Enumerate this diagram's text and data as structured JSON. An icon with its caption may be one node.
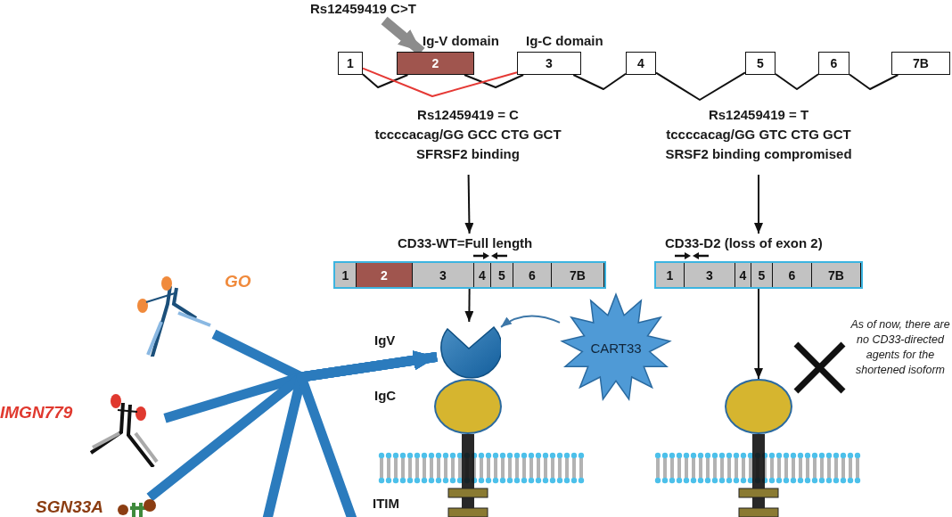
{
  "diagram": {
    "nodes": [
      {
        "text": [
          "Rs12459419 C>T"
        ]
      },
      {
        "text": [
          "1"
        ]
      },
      {
        "text": [
          "2"
        ],
        "beside": [
          "Ig-V domain"
        ]
      },
      {
        "text": [
          "3"
        ],
        "beside": [
          "Ig-C domain"
        ]
      },
      {
        "text": [
          "4"
        ]
      },
      {
        "text": [
          "5"
        ]
      },
      {
        "text": [
          "6"
        ]
      },
      {
        "text": [
          "7B"
        ]
      },
      {
        "text": [
          "Rs12459419 = C",
          "tccccacag/GG GCC CTG GCT",
          "SFRSF2 binding"
        ]
      },
      {
        "text": [
          "Rs12459419 = T",
          "tccccacag/GG GTC CTG GCT",
          "SRSF2 binding compromised"
        ]
      },
      {
        "text": [
          "CD33-WT=Full length"
        ]
      },
      {
        "text": [
          "1"
        ],
        "in": 10
      },
      {
        "text": [
          "2"
        ],
        "in": 10
      },
      {
        "text": [
          "3"
        ],
        "in": 10
      },
      {
        "text": [
          "4"
        ],
        "in": 10
      },
      {
        "text": [
          "5"
        ],
        "in": 10
      },
      {
        "text": [
          "6"
        ],
        "in": 10
      },
      {
        "text": [
          "7B"
        ],
        "in": 10
      },
      {
        "text": [
          "CD33-D2 (loss of exon 2)"
        ]
      },
      {
        "text": [
          "1"
        ],
        "in": 18
      },
      {
        "text": [
          "3"
        ],
        "in": 18
      },
      {
        "text": [
          "4"
        ],
        "in": 18
      },
      {
        "text": [
          "5"
        ],
        "in": 18
      },
      {
        "text": [
          "6"
        ],
        "in": 18
      },
      {
        "text": [
          "7B"
        ],
        "in": 18
      },
      {
        "text": [],
        "shape": "picture",
        "beside": [
          "IgV"
        ]
      },
      {
        "text": [],
        "shape": "circle",
        "beside": [
          "IgC"
        ]
      },
      {
        "text": [
          "CART33"
        ]
      },
      {
        "text": [],
        "shape": "circle"
      },
      {
        "text": [],
        "shape": "picture",
        "beside": [
          "GO"
        ]
      },
      {
        "text": [],
        "shape": "picture",
        "beside": [
          "IMGN779"
        ]
      },
      {
        "text": [],
        "shape": "picture",
        "beside": [
          "SGN33A"
        ]
      }
    ],
    "edges": [
      {
        "from": 0,
        "to": 2,
        "arrow": "to",
        "style": "thick",
        "color": "#8c8c8c"
      },
      {
        "from": 1,
        "to": 2,
        "arrow": "none"
      },
      {
        "from": 2,
        "to": 3,
        "arrow": "none"
      },
      {
        "from": 3,
        "to": 4,
        "arrow": "none"
      },
      {
        "from": 4,
        "to": 5,
        "arrow": "none"
      },
      {
        "from": 5,
        "to": 6,
        "arrow": "none"
      },
      {
        "from": 6,
        "to": 7,
        "arrow": "none"
      },
      {
        "from": 1,
        "to": 3,
        "arrow": "none",
        "color": "#e53935"
      },
      {
        "from": 8,
        "to": 10,
        "arrow": "to"
      },
      {
        "from": 9,
        "to": 18,
        "arrow": "to"
      },
      {
        "from": 10,
        "to": 25,
        "arrow": "to"
      },
      {
        "from": 18,
        "to": 28,
        "arrow": "to"
      },
      {
        "from": 27,
        "to": 25,
        "arrow": "to",
        "color": "#3d77a8"
      },
      {
        "from": 29,
        "to": 25,
        "arrow": "to",
        "style": "thick",
        "color": "#2b7bbd"
      },
      {
        "from": 30,
        "to": 25,
        "arrow": "to",
        "style": "thick",
        "color": "#2b7bbd"
      },
      {
        "from": 31,
        "to": 25,
        "arrow": "to",
        "style": "thick",
        "color": "#2b7bbd"
      },
      {
        "from": null,
        "to": 25,
        "arrow": "to",
        "style": "thick",
        "color": "#2b7bbd"
      },
      {
        "from": null,
        "to": 25,
        "arrow": "to",
        "style": "thick",
        "color": "#2b7bbd"
      }
    ],
    "labels": [
      "ITIM",
      "As of now, there are no CD33-directed agents for the shortened isoform"
    ]
  }
}
